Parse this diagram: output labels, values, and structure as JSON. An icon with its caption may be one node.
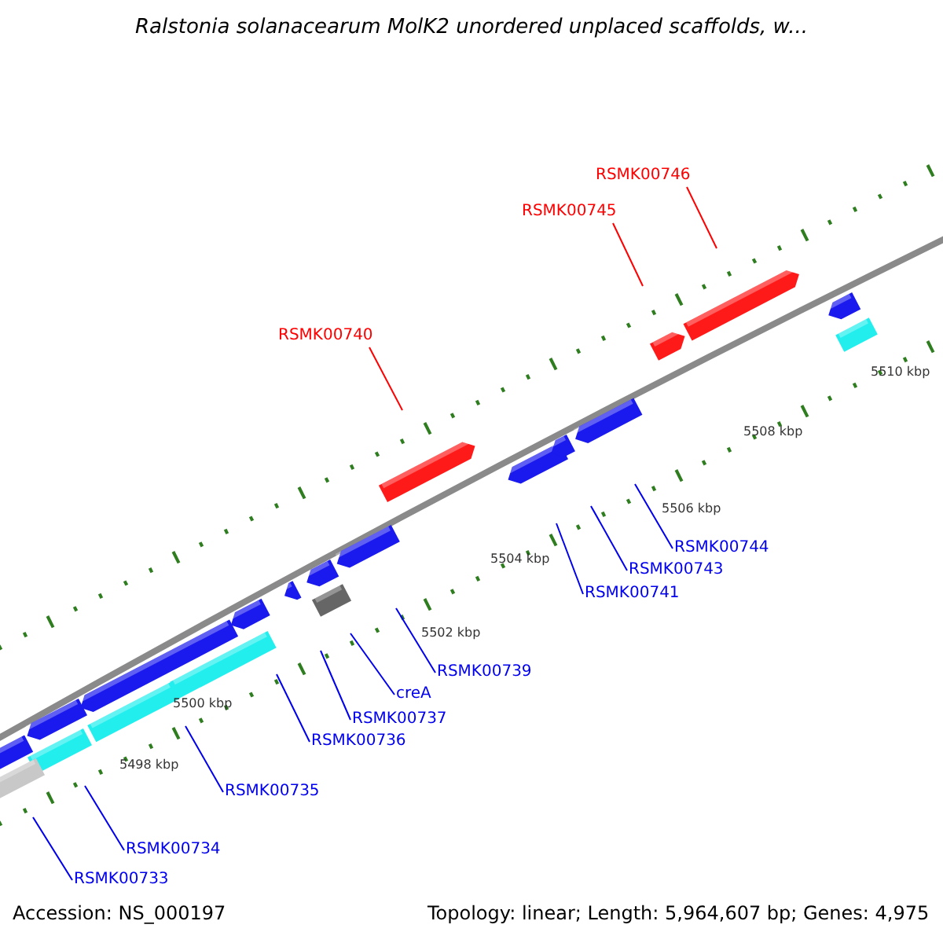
{
  "diagram": {
    "title": "Ralstonia solanacearum MolK2 unordered unplaced scaffolds, w...",
    "nodes": [
      {
        "text": [
          "RSMK00746"
        ]
      },
      {
        "text": [
          "RSMK00745"
        ]
      },
      {
        "text": [
          "RSMK00740"
        ]
      },
      {
        "text": [
          "RSMK00744"
        ]
      },
      {
        "text": [
          "RSMK00743"
        ]
      },
      {
        "text": [
          "RSMK00741"
        ]
      },
      {
        "text": [
          "RSMK00739"
        ]
      },
      {
        "text": [
          "creA"
        ]
      },
      {
        "text": [
          "RSMK00737"
        ]
      },
      {
        "text": [
          "RSMK00736"
        ]
      },
      {
        "text": [
          "RSMK00735"
        ]
      },
      {
        "text": [
          "RSMK00734"
        ]
      },
      {
        "text": [
          "RSMK00733"
        ]
      }
    ],
    "edges": [
      {
        "from": 0,
        "to": null,
        "arrow": "none",
        "color": "#ff0000"
      },
      {
        "from": 1,
        "to": null,
        "arrow": "none",
        "color": "#ff0000"
      },
      {
        "from": 2,
        "to": null,
        "arrow": "none",
        "color": "#ff0000"
      },
      {
        "from": 3,
        "to": null,
        "arrow": "none"
      },
      {
        "from": 4,
        "to": null,
        "arrow": "none"
      },
      {
        "from": 5,
        "to": null,
        "arrow": "none"
      },
      {
        "from": 6,
        "to": null,
        "arrow": "none"
      },
      {
        "from": 7,
        "to": null,
        "arrow": "none"
      },
      {
        "from": 8,
        "to": null,
        "arrow": "none"
      },
      {
        "from": 9,
        "to": null,
        "arrow": "none"
      },
      {
        "from": 10,
        "to": null,
        "arrow": "none"
      },
      {
        "from": 11,
        "to": null,
        "arrow": "none"
      },
      {
        "from": 12,
        "to": null,
        "arrow": "none"
      }
    ],
    "labels": [
      "5510 kbp",
      "5508 kbp",
      "5506 kbp",
      "5504 kbp",
      "5502 kbp",
      "5500 kbp",
      "5498 kbp",
      "Accession: NS_000197",
      "Topology: linear; Length: 5,964,607 bp; Genes: 4,975"
    ]
  }
}
